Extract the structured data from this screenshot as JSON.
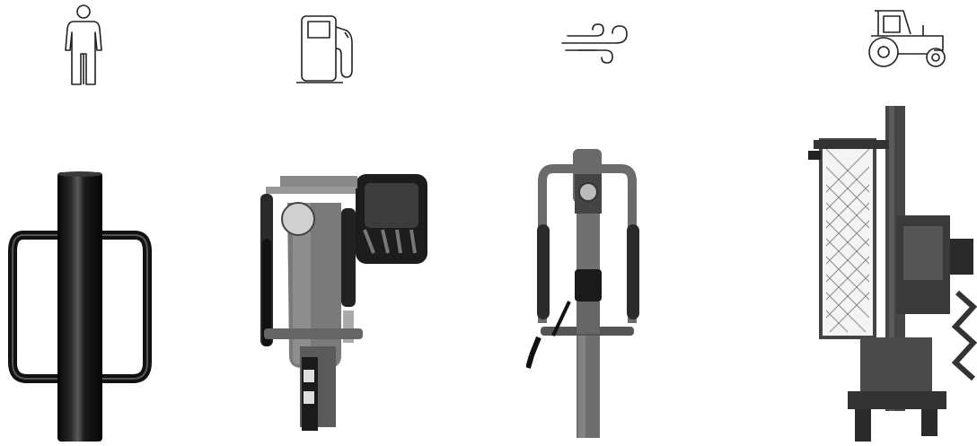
{
  "columns": [
    {
      "icon": "person-icon",
      "product": "manual-post-driver"
    },
    {
      "icon": "fuel-pump-icon",
      "product": "gas-post-driver"
    },
    {
      "icon": "wind-icon",
      "product": "pneumatic-post-driver"
    },
    {
      "icon": "tractor-icon",
      "product": "tractor-mounted-post-driver"
    }
  ],
  "colors": {
    "icon_stroke": "#222222",
    "product_dark": "#111111",
    "product_gray": "#6b6b6b"
  }
}
